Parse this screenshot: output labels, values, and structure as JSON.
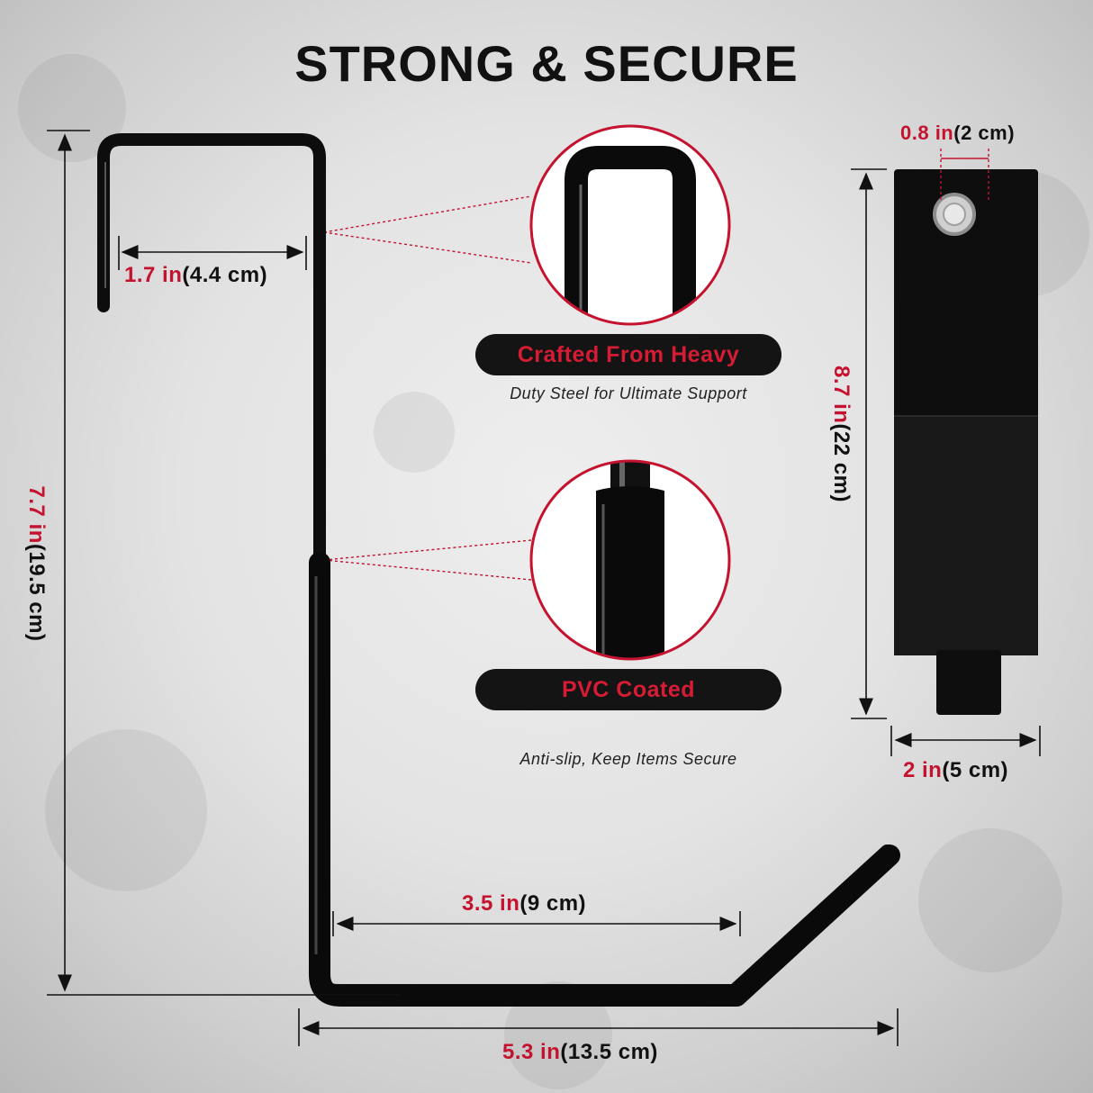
{
  "title": "STRONG & SECURE",
  "dimensions": {
    "hook_width": {
      "value": "1.7 in",
      "metric": "(4.4 cm)"
    },
    "total_height": {
      "value": "7.7 in",
      "metric": "(19.5 cm)"
    },
    "arm_length": {
      "value": "3.5 in",
      "metric": "(9 cm)"
    },
    "base_length": {
      "value": "5.3 in",
      "metric": "(13.5 cm)"
    },
    "strap_grommet": {
      "value": "0.8 in",
      "metric": "(2 cm)"
    },
    "strap_length": {
      "value": "8.7 in",
      "metric": "(22 cm)"
    },
    "strap_width": {
      "value": "2 in",
      "metric": "(5 cm)"
    }
  },
  "features": [
    {
      "label": "Crafted From Heavy",
      "caption": "Duty Steel for Ultimate Support"
    },
    {
      "label": "PVC Coated",
      "caption": "Anti-slip, Keep Items Secure"
    }
  ],
  "colors": {
    "accent_red": "#c4122f",
    "hook_black": "#111111",
    "pill_bg": "#141414"
  }
}
